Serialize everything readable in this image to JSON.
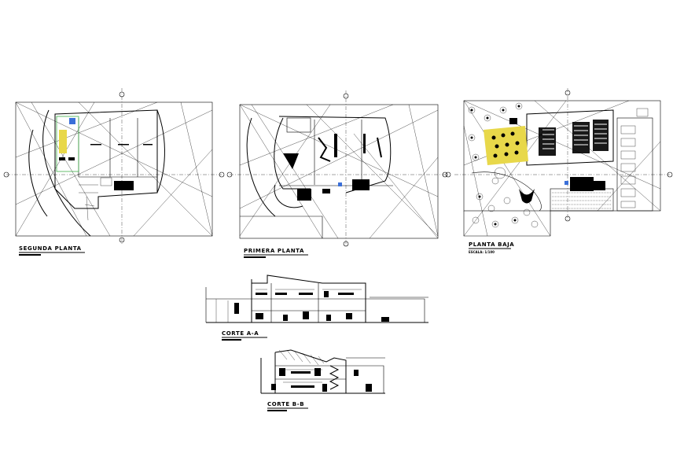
{
  "drawings": {
    "segunda_planta": {
      "title": "SEGUNDA PLANTA"
    },
    "primera_planta": {
      "title": "PRIMERA PLANTA"
    },
    "planta_baja": {
      "title": "PLANTA BAJA",
      "scale": "ESCALA: 1/100"
    },
    "corte_aa": {
      "title": "CORTE A-A"
    },
    "corte_bb": {
      "title": "CORTE B-B"
    }
  },
  "colors": {
    "line": "#000000",
    "background": "#ffffff",
    "accent_yellow": "#e8d84a",
    "accent_green": "#3fae49",
    "accent_blue": "#3a6fd8"
  }
}
